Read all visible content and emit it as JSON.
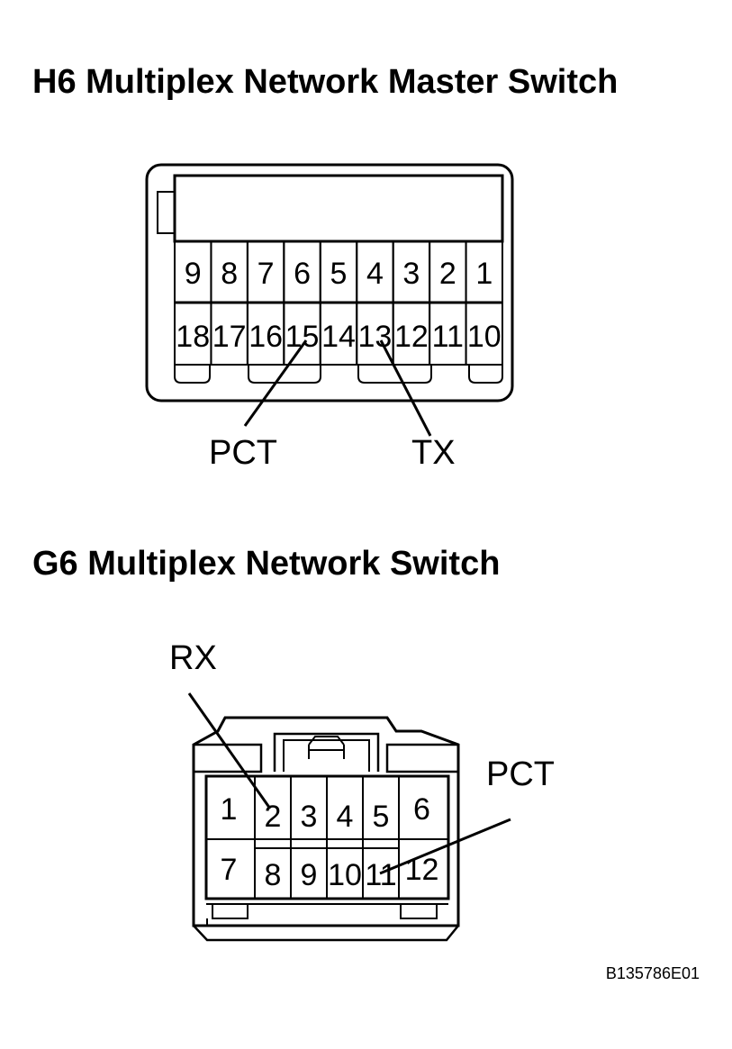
{
  "h6": {
    "title": "H6 Multiplex Network Master Switch",
    "row_top": [
      "9",
      "8",
      "7",
      "6",
      "5",
      "4",
      "3",
      "2",
      "1"
    ],
    "row_bottom": [
      "18",
      "17",
      "16",
      "15",
      "14",
      "13",
      "12",
      "11",
      "10"
    ],
    "callouts": [
      {
        "label": "PCT",
        "pin": "15"
      },
      {
        "label": "TX",
        "pin": "13"
      }
    ]
  },
  "g6": {
    "title": "G6 Multiplex Network Switch",
    "row_top": [
      "1",
      "2",
      "3",
      "4",
      "5",
      "6"
    ],
    "row_bottom": [
      "7",
      "8",
      "9",
      "10",
      "11",
      "12"
    ],
    "callouts": [
      {
        "label": "RX",
        "pin": "2"
      },
      {
        "label": "PCT",
        "pin": "11"
      }
    ]
  },
  "figure_code": "B135786E01",
  "colors": {
    "line": "#000000",
    "background": "#ffffff"
  }
}
